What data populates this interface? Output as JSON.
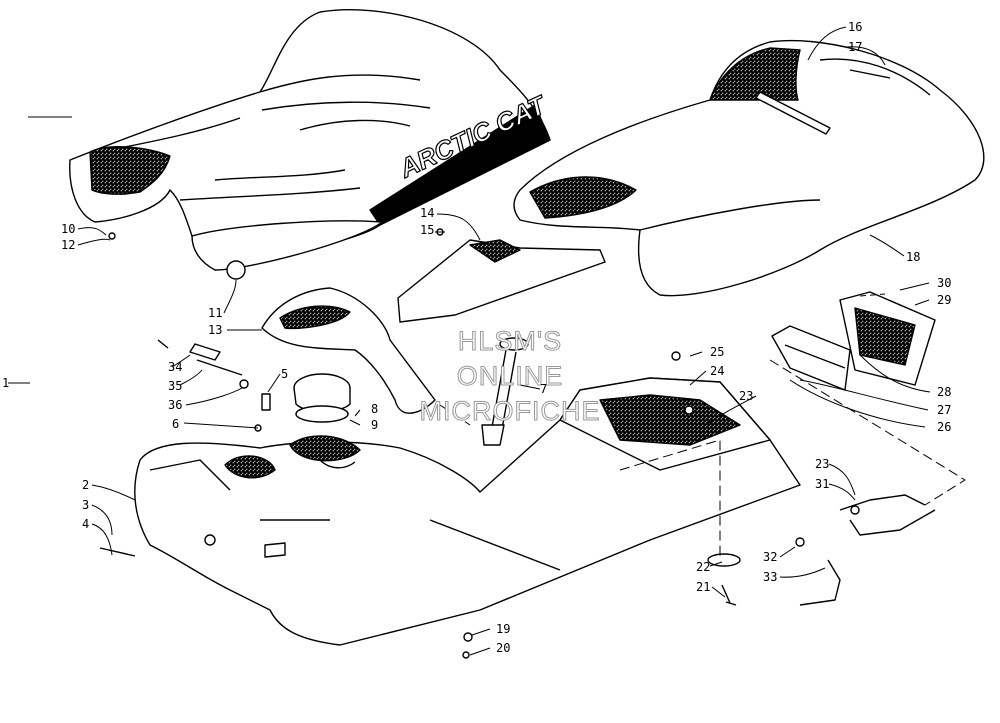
{
  "diagram": {
    "brand_text": "ARCTIC CAT",
    "watermark": [
      "HLSM'S",
      "ONLINE",
      "MICROFICHE"
    ],
    "callouts": [
      "1",
      "2",
      "3",
      "4",
      "5",
      "6",
      "7",
      "8",
      "9",
      "10",
      "11",
      "12",
      "13",
      "14",
      "15",
      "16",
      "17",
      "18",
      "19",
      "20",
      "21",
      "22",
      "23",
      "23",
      "24",
      "25",
      "26",
      "27",
      "28",
      "29",
      "30",
      "31",
      "32",
      "33",
      "34",
      "35",
      "36"
    ],
    "colors": {
      "ink": "#000000",
      "paper": "#ffffff",
      "watermark_outline": "#9a9a9a"
    }
  }
}
